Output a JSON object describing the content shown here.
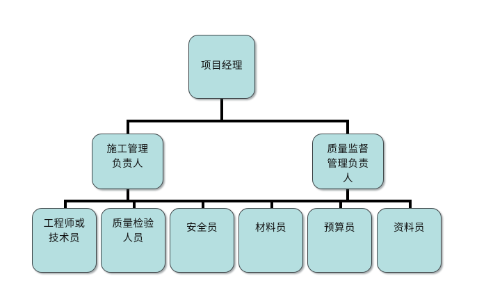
{
  "chart": {
    "type": "org-chart",
    "title": "",
    "background_color": "#ffffff",
    "node_fill_color": "#b5dfe0",
    "node_border_color": "#3d4548",
    "connector_color": "#000000",
    "levels": 3,
    "nodes": {
      "root": {
        "label": "项目经理"
      },
      "mid": [
        {
          "label": "施工管理\n负责人"
        },
        {
          "label": "质量监督\n管理负责\n人"
        }
      ],
      "leaves": [
        {
          "label": "工程师或\n技术员"
        },
        {
          "label": "质量检验\n人员"
        },
        {
          "label": "安全员"
        },
        {
          "label": "材料员"
        },
        {
          "label": "预算员"
        },
        {
          "label": "资料员"
        }
      ]
    },
    "edges": [
      {
        "from": "项目经理",
        "to": "施工管理负责人"
      },
      {
        "from": "项目经理",
        "to": "质量监督管理负责人"
      },
      {
        "from": "施工管理负责人",
        "to": "工程师或技术员"
      },
      {
        "from": "施工管理负责人",
        "to": "质量检验人员"
      },
      {
        "from": "施工管理负责人",
        "to": "安全员"
      },
      {
        "from": "质量监督管理负责人",
        "to": "材料员"
      },
      {
        "from": "质量监督管理负责人",
        "to": "预算员"
      },
      {
        "from": "质量监督管理负责人",
        "to": "资料员"
      }
    ]
  }
}
